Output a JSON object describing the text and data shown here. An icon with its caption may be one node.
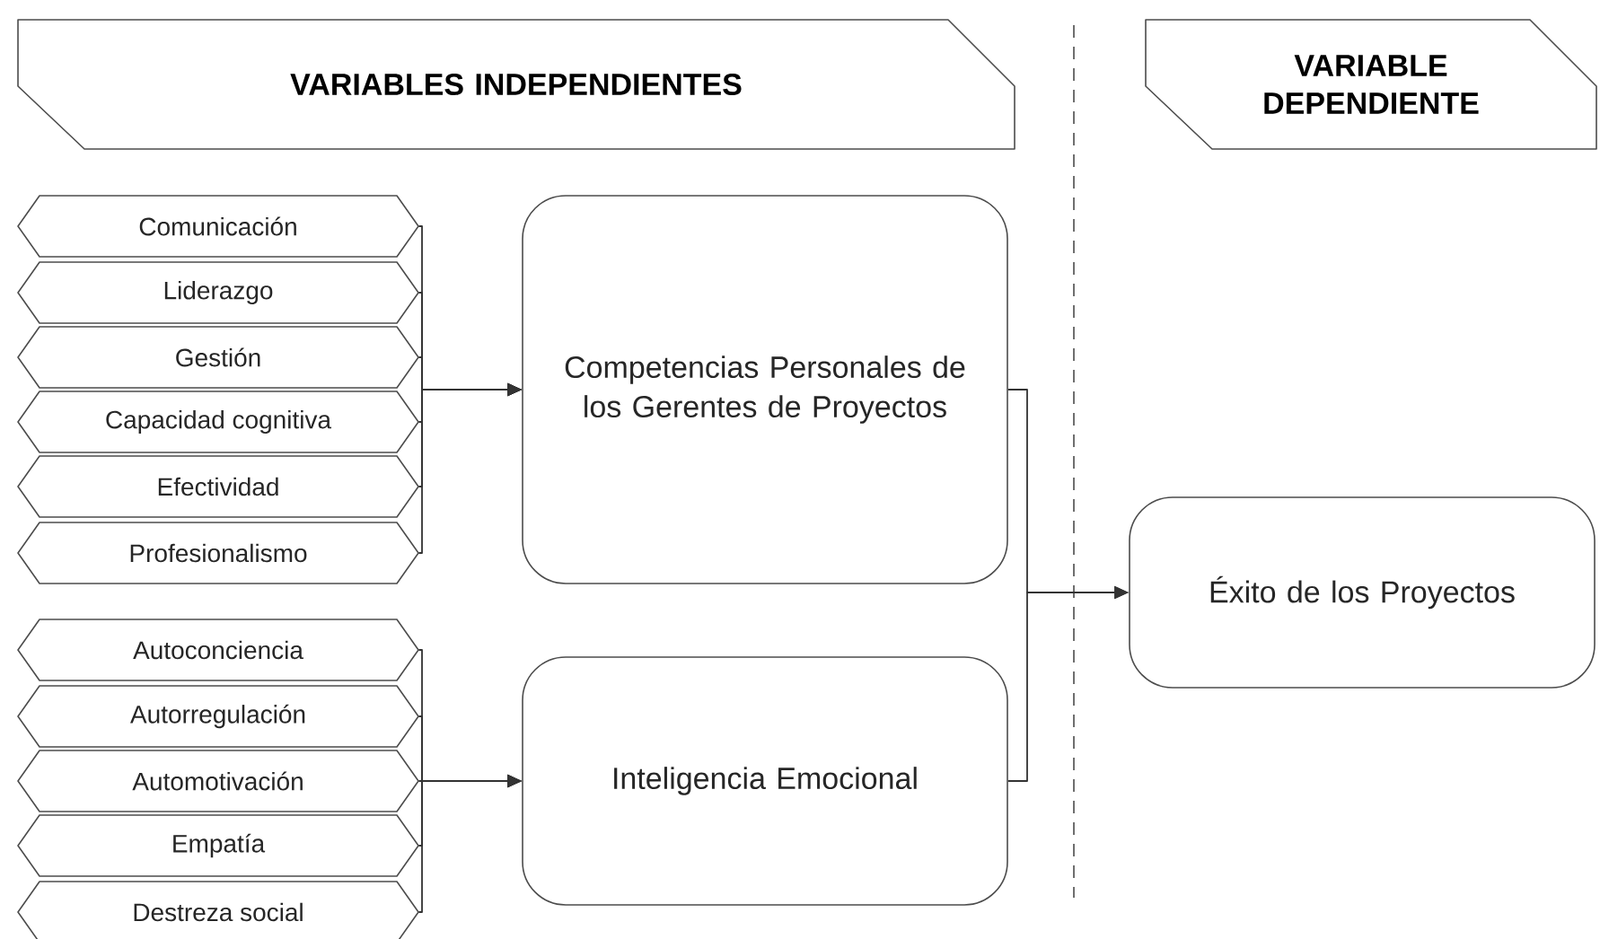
{
  "diagram": {
    "nodes": [
      {
        "text": [
          "VARIABLES INDEPENDIENTES"
        ]
      },
      {
        "text": [
          "VARIABLE DEPENDIENTE"
        ]
      },
      {
        "text": [
          "Comunicación"
        ]
      },
      {
        "text": [
          "Liderazgo"
        ]
      },
      {
        "text": [
          "Gestión"
        ]
      },
      {
        "text": [
          "Capacidad cognitiva"
        ]
      },
      {
        "text": [
          "Efectividad"
        ]
      },
      {
        "text": [
          "Profesionalismo"
        ]
      },
      {
        "text": [
          "Competencias Personales de los Gerentes de Proyectos"
        ]
      },
      {
        "text": [
          "Autoconciencia"
        ]
      },
      {
        "text": [
          "Autorregulación"
        ]
      },
      {
        "text": [
          "Automotivación"
        ]
      },
      {
        "text": [
          "Empatía"
        ]
      },
      {
        "text": [
          "Destreza social"
        ]
      },
      {
        "text": [
          "Inteligencia Emocional"
        ]
      },
      {
        "text": [
          "Éxito de los Proyectos"
        ]
      }
    ],
    "edges": [
      {
        "from": 2,
        "to": 8,
        "arrow": "to"
      },
      {
        "from": 3,
        "to": 8,
        "arrow": "to"
      },
      {
        "from": 4,
        "to": 8,
        "arrow": "to"
      },
      {
        "from": 5,
        "to": 8,
        "arrow": "to"
      },
      {
        "from": 6,
        "to": 8,
        "arrow": "to"
      },
      {
        "from": 7,
        "to": 8,
        "arrow": "to"
      },
      {
        "from": 9,
        "to": 14,
        "arrow": "to"
      },
      {
        "from": 10,
        "to": 14,
        "arrow": "to"
      },
      {
        "from": 11,
        "to": 14,
        "arrow": "to"
      },
      {
        "from": 12,
        "to": 14,
        "arrow": "to"
      },
      {
        "from": 13,
        "to": 14,
        "arrow": "to"
      },
      {
        "from": 8,
        "to": 15,
        "arrow": "to"
      },
      {
        "from": 14,
        "to": 15,
        "arrow": "to"
      }
    ]
  }
}
